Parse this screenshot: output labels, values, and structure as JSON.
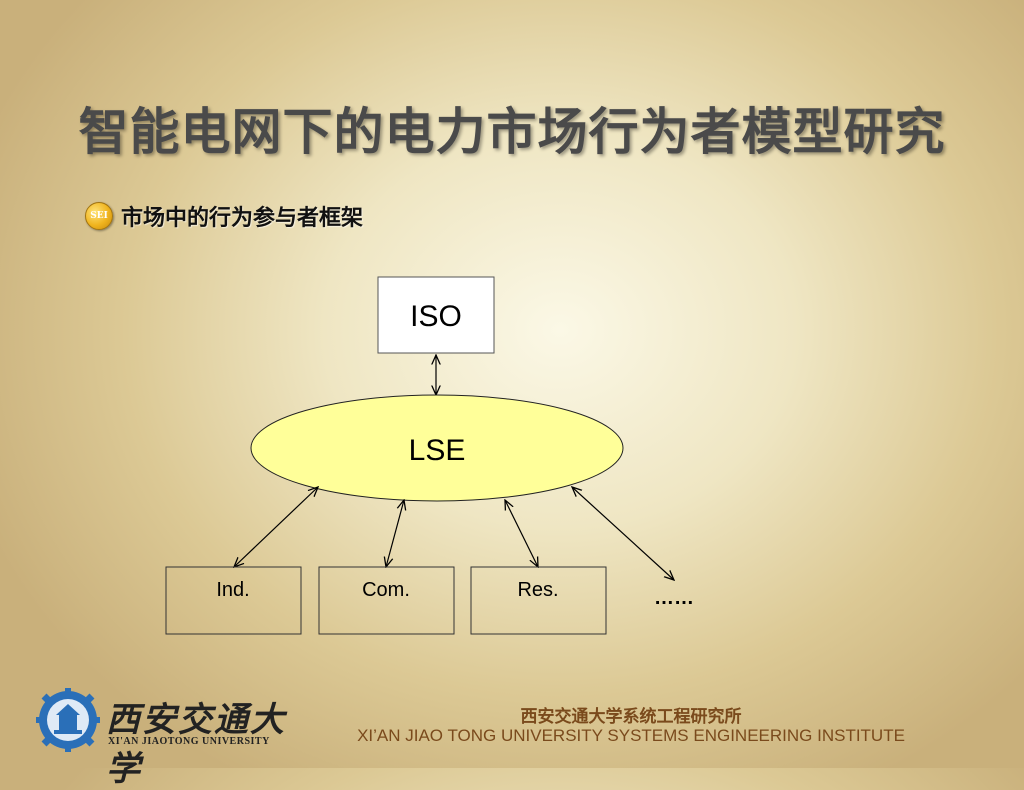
{
  "slide": {
    "title": "智能电网下的电力市场行为者模型研究",
    "bullet_icon_text": "SEI",
    "bullet_text": "市场中的行为参与者框架"
  },
  "diagram": {
    "nodes": {
      "iso": "ISO",
      "lse": "LSE",
      "ind": "Ind.",
      "com": "Com.",
      "res": "Res.",
      "more": "……"
    },
    "colors": {
      "ellipse_fill": "#ffff99",
      "box_fill": "#ffffff",
      "stroke": "#000000"
    }
  },
  "footer": {
    "university_cn": "西安交通大学",
    "university_en": "XI'AN JIAOTONG UNIVERSITY",
    "institute_cn": "西安交通大学系统工程研究所",
    "institute_en": "XI’AN JIAO TONG UNIVERSITY SYSTEMS ENGINEERING INSTITUTE",
    "seal_icon": "gear-seal-icon"
  }
}
